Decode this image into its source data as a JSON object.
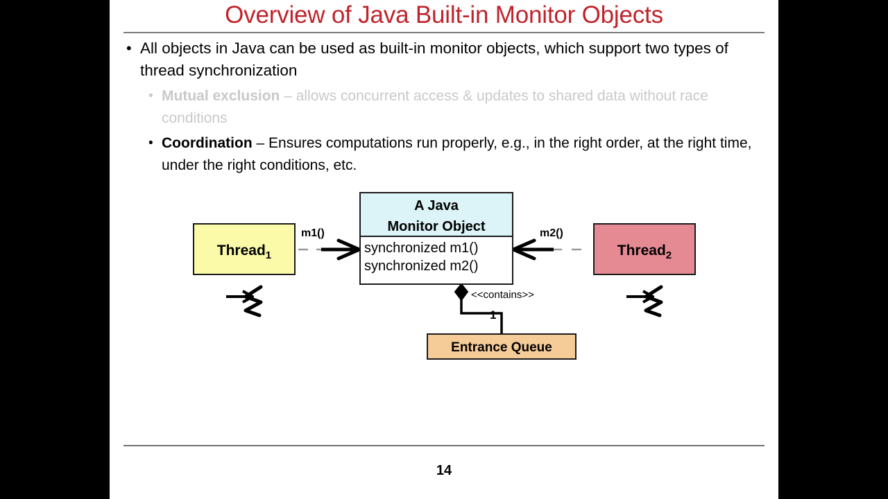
{
  "slide": {
    "title": "Overview of Java Built-in Monitor Objects",
    "page_number": "14",
    "title_color": "#c0232b",
    "background": "#ffffff",
    "letterbox_color": "#000000"
  },
  "bullets": {
    "level1": {
      "marker": "•",
      "text": "All objects in Java can be used as built-in monitor objects, which support two types of thread synchronization"
    },
    "sub": [
      {
        "marker": "•",
        "lead": "Mutual exclusion",
        "rest": " – allows concurrent access & updates to shared data without race conditions",
        "state": "dimmed",
        "color": "#c9c9c9"
      },
      {
        "marker": "•",
        "lead": "Coordination",
        "rest": " – Ensures computations run properly, e.g., in the right order, at the right time, under the right conditions, etc.",
        "state": "active",
        "color": "#000000"
      }
    ]
  },
  "diagram": {
    "type": "uml-object-diagram",
    "nodes": {
      "thread1": {
        "label": "Thread",
        "subscript": "1",
        "fill": "#fafaa8",
        "stroke": "#1a1a1a"
      },
      "thread2": {
        "label": "Thread",
        "subscript": "2",
        "fill": "#e58a93",
        "stroke": "#1a1a1a"
      },
      "monitor": {
        "title_line1": "A Java",
        "title_line2": "Monitor Object",
        "fill_header": "#dcf3f7",
        "fill_body": "#ffffff",
        "stroke": "#1a1a1a",
        "methods": [
          "synchronized m1()",
          "synchronized m2()"
        ]
      },
      "queue": {
        "label": "Entrance Queue",
        "fill": "#f5cb98",
        "stroke": "#1a1a1a"
      }
    },
    "edges": {
      "m1_call": {
        "label": "m1()",
        "style": "dashed-arrow",
        "direction": "thread1-to-monitor"
      },
      "m2_call": {
        "label": "m2()",
        "style": "dashed-arrow",
        "direction": "thread2-to-monitor"
      },
      "contains": {
        "stereotype": "<<contains>>",
        "multiplicity": "1",
        "style": "composition-diamond",
        "direction": "monitor-to-queue"
      }
    },
    "annotations": {
      "thread1_execution": "thread-squiggle",
      "thread2_execution": "thread-squiggle"
    }
  }
}
